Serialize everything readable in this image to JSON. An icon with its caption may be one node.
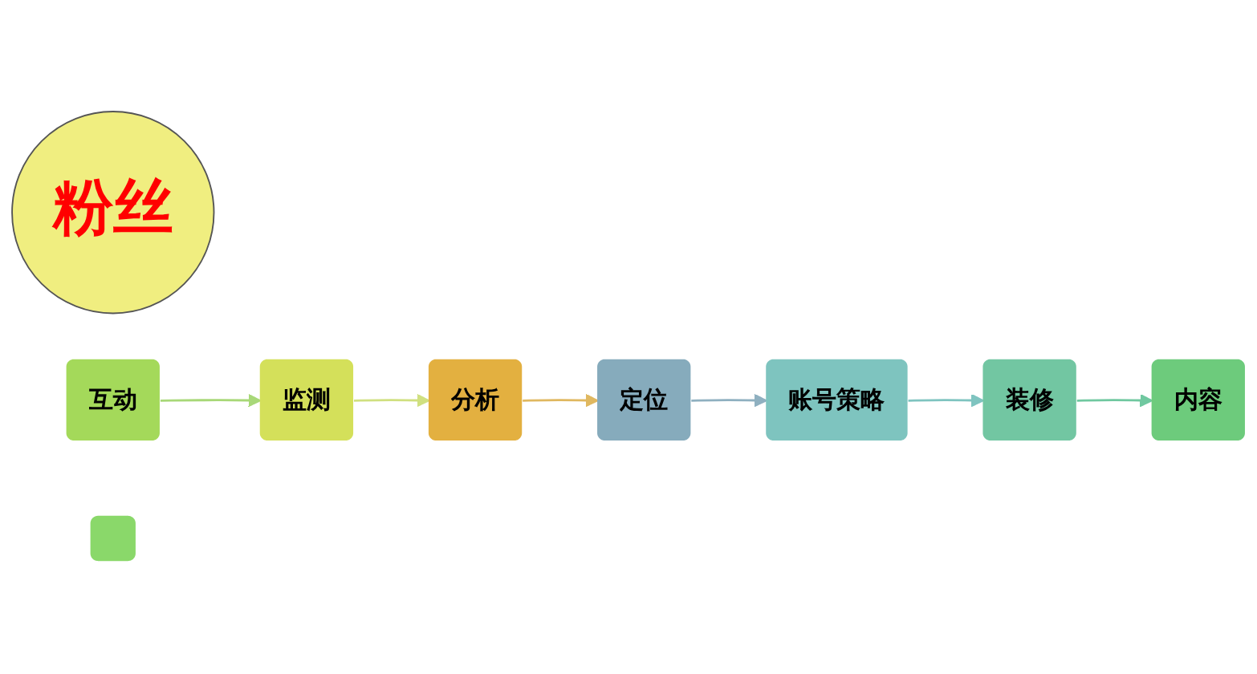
{
  "diagram": {
    "nodes": [
      {
        "text": [
          "定位"
        ]
      },
      {
        "text": [
          "分析"
        ]
      },
      {
        "text": [
          "账号策略"
        ]
      },
      {
        "text": [
          "粉丝"
        ]
      },
      {
        "text": [
          "监测"
        ]
      },
      {
        "text": [
          "装修"
        ]
      },
      {
        "text": [
          "互动"
        ]
      },
      {
        "text": [
          "内容"
        ]
      },
      {
        "text": [],
        "shape": "box"
      }
    ],
    "edges": [
      {
        "from": 6,
        "to": 4,
        "arrow": "to",
        "color": "#a8d878"
      },
      {
        "from": 4,
        "to": 1,
        "arrow": "to",
        "color": "#d0e080"
      },
      {
        "from": 1,
        "to": 0,
        "arrow": "to",
        "color": "#e0b860"
      },
      {
        "from": 0,
        "to": 2,
        "arrow": "to",
        "color": "#8fb0c0"
      },
      {
        "from": 2,
        "to": 5,
        "arrow": "to",
        "color": "#7fc4c0"
      },
      {
        "from": 5,
        "to": 7,
        "arrow": "to",
        "color": "#70c8a0"
      }
    ]
  }
}
